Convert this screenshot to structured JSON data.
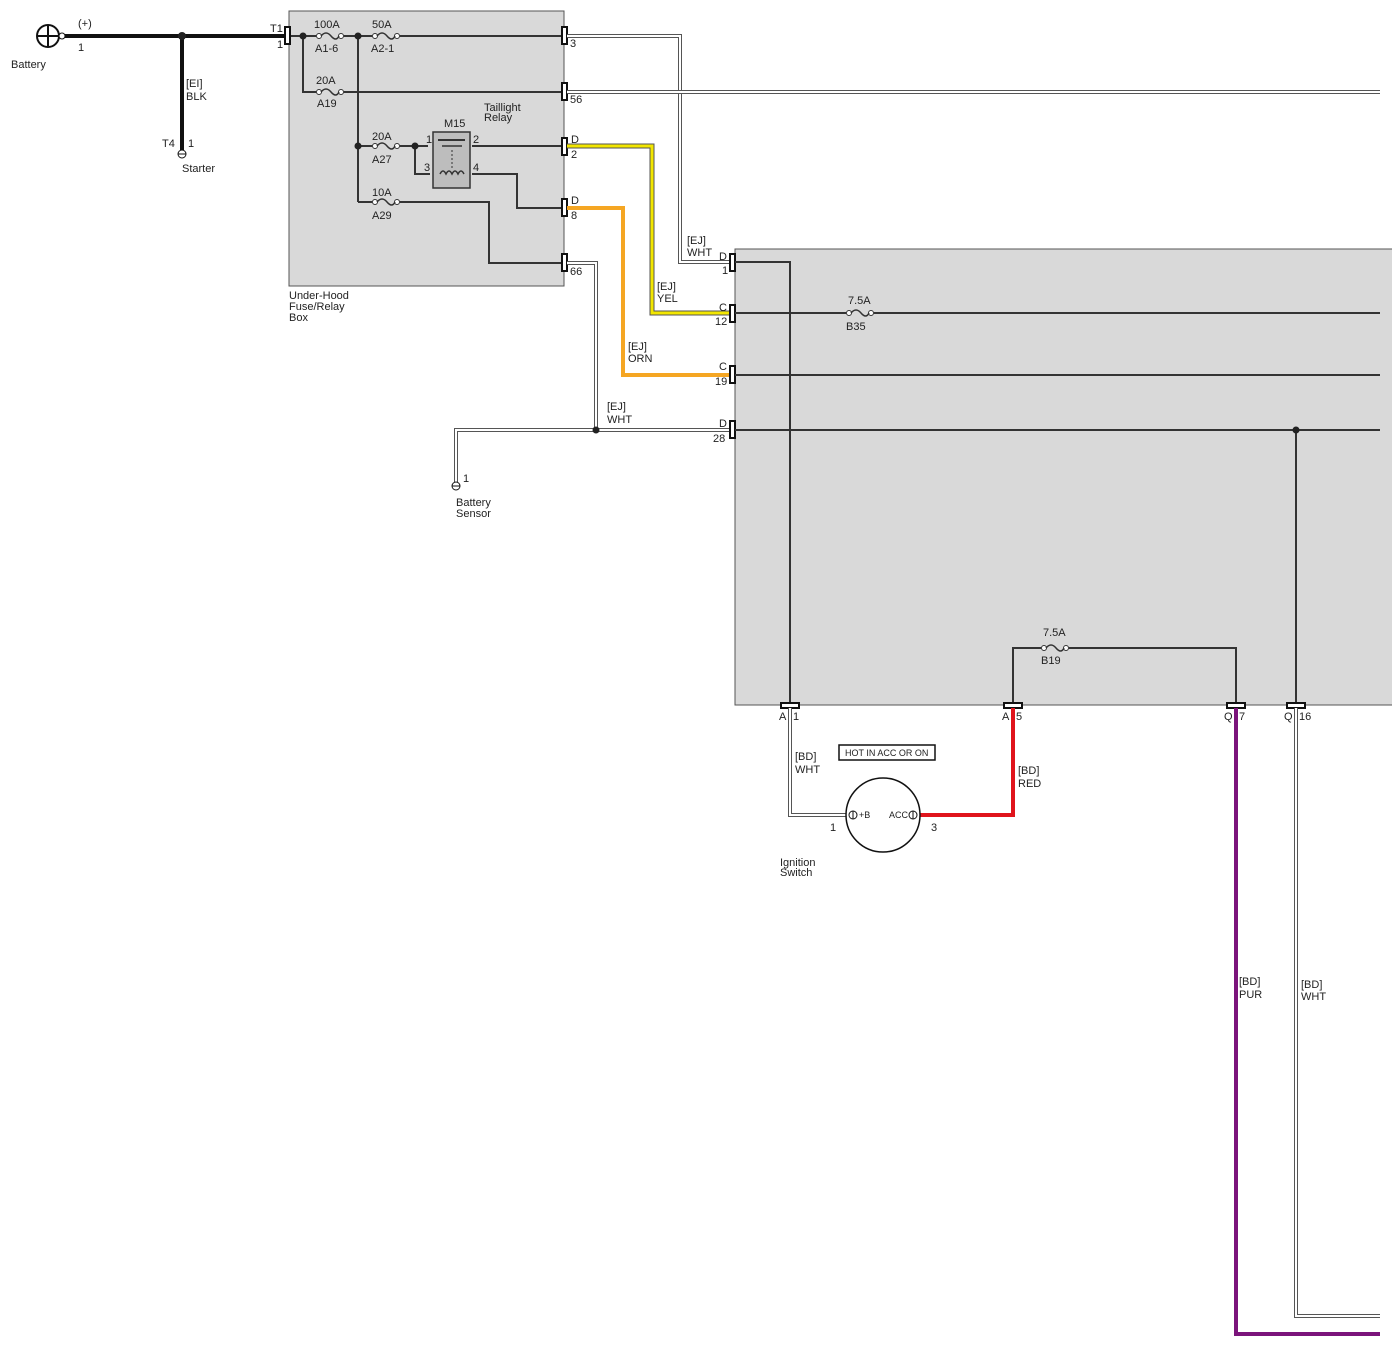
{
  "battery": {
    "label": "Battery",
    "polarity": "(+)",
    "pin": "1"
  },
  "starter": {
    "label": "Starter",
    "connector": "T4",
    "pin": "1"
  },
  "wire_ei": {
    "code": "[EI]",
    "color": "BLK"
  },
  "fuse_box": {
    "label_line1": "Under-Hood",
    "label_line2": "Fuse/Relay",
    "label_line3": "Box",
    "input_connector": "T1",
    "input_pin": "1",
    "fuses": [
      {
        "rating": "100A",
        "id": "A1-6"
      },
      {
        "rating": "50A",
        "id": "A2-1"
      },
      {
        "rating": "20A",
        "id": "A19"
      },
      {
        "rating": "20A",
        "id": "A27"
      },
      {
        "rating": "10A",
        "id": "A29"
      }
    ],
    "relay": {
      "id": "M15",
      "label_line1": "Taillight",
      "label_line2": "Relay",
      "pins": [
        "1",
        "2",
        "3",
        "4"
      ]
    },
    "outputs": [
      {
        "connector": "",
        "pin": "3"
      },
      {
        "connector": "",
        "pin": "56"
      },
      {
        "connector": "D",
        "pin": "2"
      },
      {
        "connector": "D",
        "pin": "8"
      },
      {
        "connector": "",
        "pin": "66"
      }
    ]
  },
  "wires": [
    {
      "code": "[EJ]",
      "color": "WHT",
      "hex": "#ffffff"
    },
    {
      "code": "[EJ]",
      "color": "YEL",
      "hex": "#f2e600"
    },
    {
      "code": "[EJ]",
      "color": "ORN",
      "hex": "#f5a623"
    },
    {
      "code": "[EJ]",
      "color": "WHT",
      "hex": "#ffffff"
    },
    {
      "code": "[BD]",
      "color": "WHT",
      "hex": "#ffffff"
    },
    {
      "code": "[BD]",
      "color": "RED",
      "hex": "#e0141c"
    },
    {
      "code": "[BD]",
      "color": "PUR",
      "hex": "#7b147b"
    },
    {
      "code": "[BD]",
      "color": "WHT",
      "hex": "#ffffff"
    }
  ],
  "battery_sensor": {
    "label_line1": "Battery",
    "label_line2": "Sensor",
    "pin": "1"
  },
  "dash_box": {
    "inputs": [
      {
        "connector": "D",
        "pin": "1"
      },
      {
        "connector": "C",
        "pin": "12"
      },
      {
        "connector": "C",
        "pin": "19"
      },
      {
        "connector": "D",
        "pin": "28"
      }
    ],
    "fuses": [
      {
        "rating": "7.5A",
        "id": "B35"
      },
      {
        "rating": "7.5A",
        "id": "B19"
      }
    ],
    "bottom_pins": [
      {
        "connector": "A",
        "pin": "1"
      },
      {
        "connector": "A",
        "pin": "5"
      },
      {
        "connector": "Q",
        "pin": "7"
      },
      {
        "connector": "Q",
        "pin": "16"
      }
    ]
  },
  "ignition": {
    "label_line1": "Ignition",
    "label_line2": "Switch",
    "note": "HOT IN ACC OR ON",
    "terminal_b": "+B",
    "terminal_acc": "ACC",
    "pin_b": "1",
    "pin_acc": "3"
  }
}
